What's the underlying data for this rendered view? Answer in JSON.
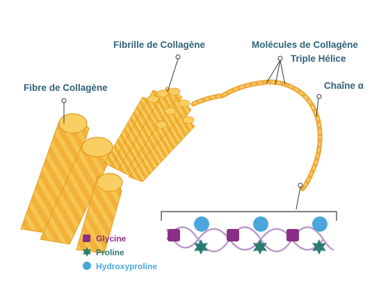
{
  "labels": {
    "fibre": "Fibre de Collagène",
    "fibrille": "Fibrille de Collagène",
    "molecules": "Molécules de Collagène",
    "triple": "Triple Hélice",
    "chaine": "Chaîne α"
  },
  "legend": [
    {
      "label": "Glycine",
      "color": "#8b2f86",
      "icon": "square-icon"
    },
    {
      "label": "Proline",
      "color": "#2c7b72",
      "icon": "star-icon"
    },
    {
      "label": "Hydroxyproline",
      "color": "#4aa6dc",
      "icon": "circle-icon"
    }
  ],
  "colors": {
    "text": "#2f6279",
    "fiber_light": "#f7c552",
    "fiber_mid": "#f2b23a",
    "fiber_dark": "#e39a1e",
    "helix": "#f0a93a",
    "chain": "#b89acb"
  }
}
